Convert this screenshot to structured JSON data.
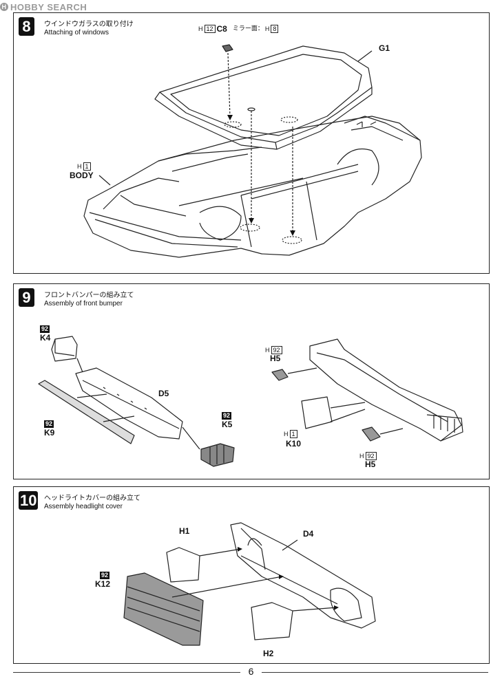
{
  "watermark": {
    "text": "HOBBY SEARCH"
  },
  "page_number": "6",
  "steps": [
    {
      "number": "8",
      "title_jp": "ウインドウガラスの取り付け",
      "title_en": "Attaching of windows",
      "labels": {
        "c8_prefix": "H",
        "c8_num": "12",
        "c8_part": "C8",
        "mirror": "ミラー面：",
        "mirror_h": "H",
        "mirror_num": "8",
        "g1": "G1",
        "body_h": "H",
        "body_num": "1",
        "body": "BODY"
      }
    },
    {
      "number": "9",
      "title_jp": "フロントバンパーの組み立て",
      "title_en": "Assembly of front bumper",
      "labels": {
        "k4_paint": "92",
        "k4": "K4",
        "d5": "D5",
        "k9_paint": "92",
        "k9": "K9",
        "k5_paint": "92",
        "k5": "K5",
        "h5a_h": "H",
        "h5a_num": "92",
        "h5a": "H5",
        "k10_h": "H",
        "k10_num": "1",
        "k10": "K10",
        "h5b_h": "H",
        "h5b_num": "92",
        "h5b": "H5"
      }
    },
    {
      "number": "10",
      "title_jp": "ヘッドライトカバーの組み立て",
      "title_en": "Assembly headlight cover",
      "labels": {
        "h1": "H1",
        "d4": "D4",
        "k12_paint": "92",
        "k12": "K12",
        "h2": "H2"
      }
    }
  ]
}
